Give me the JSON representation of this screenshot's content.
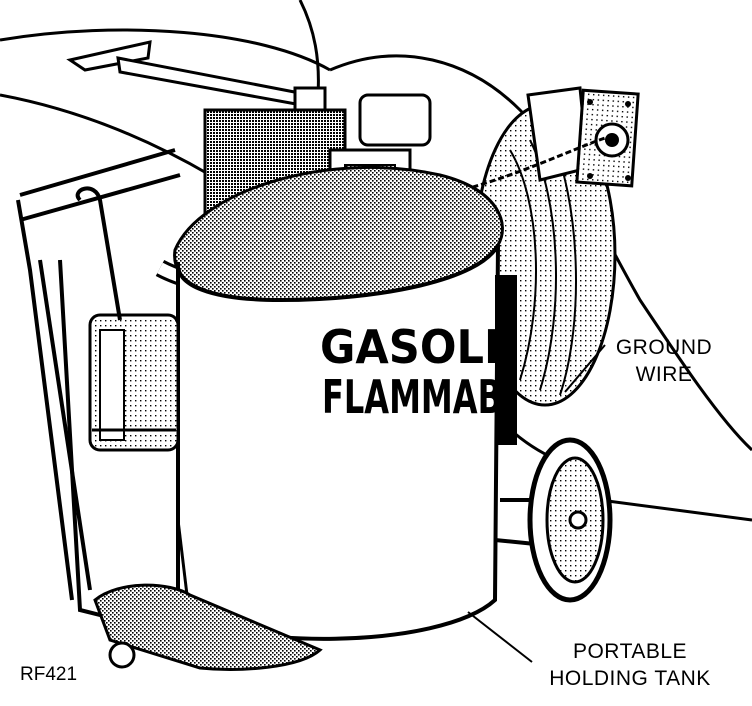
{
  "diagram": {
    "figure_id": "RF421",
    "callouts": {
      "ground_wire": [
        "GROUND",
        "WIRE"
      ],
      "holding_tank": [
        "PORTABLE",
        "HOLDING TANK"
      ]
    },
    "tank_markings": {
      "line1": "GASOLI",
      "line2": "FLAMMAB"
    }
  },
  "colors": {
    "ink": "#000000",
    "paper": "#ffffff",
    "stipple": "#7a7a7a"
  }
}
